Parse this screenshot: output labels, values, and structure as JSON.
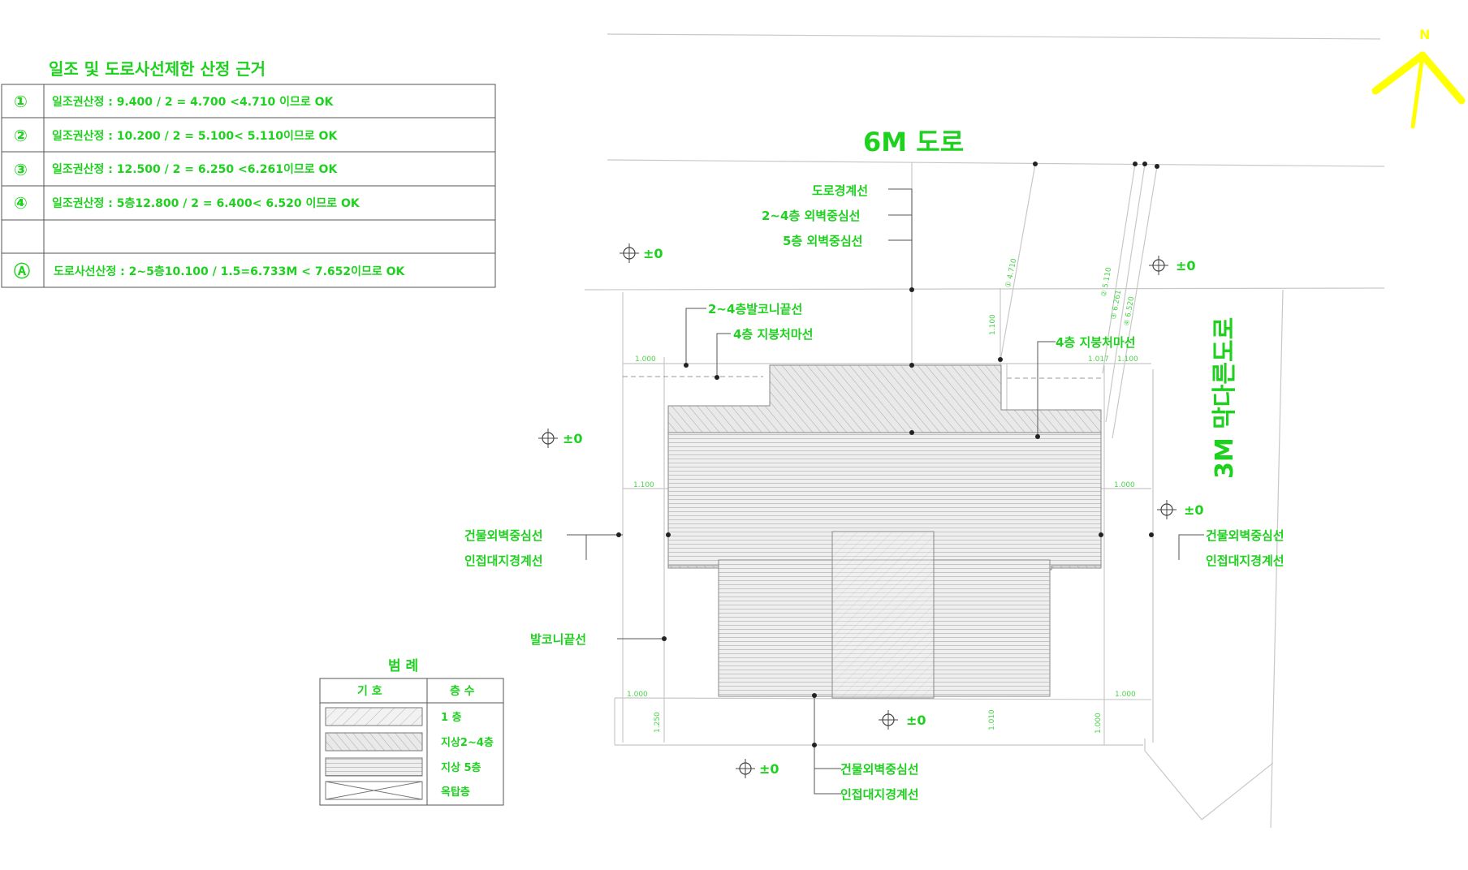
{
  "calc": {
    "title": "일조 및 도로사선제한 산정 근거",
    "rows": [
      {
        "no": "①",
        "text": "일조권산정 : 9.400 / 2 = 4.700 <4.710 이므로 OK"
      },
      {
        "no": "②",
        "text": "일조권산정 : 10.200 / 2 = 5.100< 5.110이므로 OK"
      },
      {
        "no": "③",
        "text": "일조권산정 : 12.500 / 2 = 6.250 <6.261이므로 OK"
      },
      {
        "no": "④",
        "text": "일조권산정 : 5층12.800 / 2 = 6.400< 6.520 이므로 OK"
      },
      {
        "no": "",
        "text": ""
      },
      {
        "no": "Ⓐ",
        "text": "도로사선산정 : 2~5층10.100 / 1.5=6.733M < 7.652이므로 OK"
      }
    ]
  },
  "legend": {
    "title": "범  례",
    "col_symbol": "기  호",
    "col_floor": "층  수",
    "rows": [
      "1 층",
      "지상2~4층",
      "지상  5층",
      "옥탑층"
    ]
  },
  "roads": {
    "north": "6M 도로",
    "east": "3M 막다른도로"
  },
  "labels": {
    "road_boundary": "도로경계선",
    "wall_2_4": "2~4층 외벽중심선",
    "wall_5": "5층 외벽중심선",
    "balcony_2_4": "2~4층발코니끝선",
    "roof_4_left": "4층 지붕처마선",
    "roof_4_right": "4층 지붕처마선",
    "wall_center_left": "건물외벽중심선",
    "adjacent_left": "인접대지경계선",
    "wall_center_right": "건물외벽중심선",
    "adjacent_right": "인접대지경계선",
    "balcony_end": "발코니끝선",
    "wall_center_bottom": "건물외벽중심선",
    "adjacent_bottom": "인접대지경계선"
  },
  "levels": [
    "±0",
    "±0",
    "±0",
    "±0",
    "±0",
    "±0"
  ],
  "dims": {
    "d1": "1.000",
    "d2": "1.100",
    "d3": "1.100",
    "d4": "1.000",
    "d5": "1.000",
    "d6": "1.000",
    "d7": "1.250",
    "d8": "1.010",
    "d9": "1.000",
    "d10": "1.100",
    "d11": "1.017",
    "s1": "① 4.710",
    "s2": "② 5.110",
    "s3": "③ 6.261",
    "s4": "④ 6.520"
  },
  "north_arrow": "N",
  "colors": {
    "label": "#1fd11f",
    "arrow": "#ffff00",
    "line": "#c8c8c8"
  }
}
